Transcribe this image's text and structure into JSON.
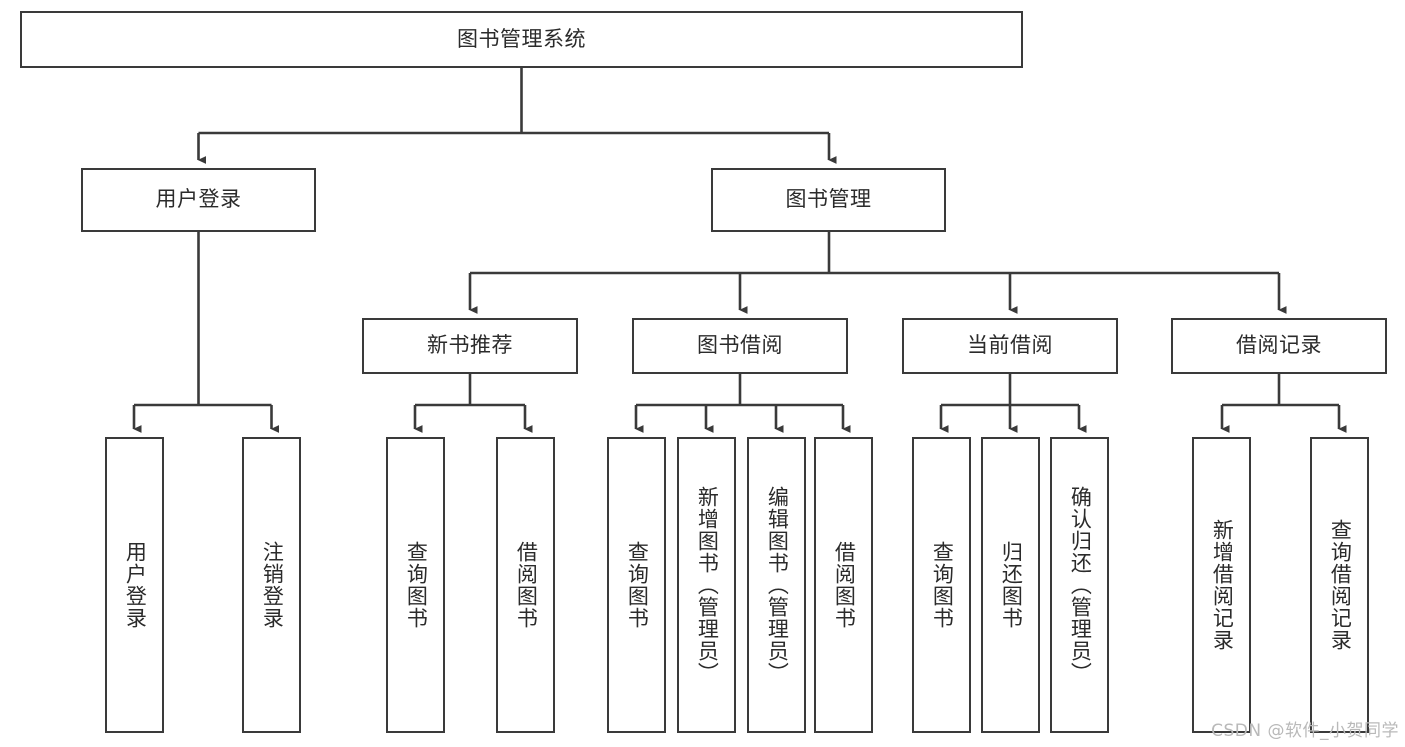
{
  "diagram": {
    "type": "tree-hierarchy-chart",
    "title": "图书管理系统",
    "watermark": "CSDN @软件_小贺同学",
    "colors": {
      "box_border": "#3a3a3a",
      "connector": "#3a3a3a",
      "text": "#2b2b2b",
      "background": "#ffffff",
      "watermark": "#b9b9b9"
    },
    "root": {
      "label": "图书管理系统"
    },
    "level2": [
      {
        "label": "用户登录"
      },
      {
        "label": "图书管理"
      }
    ],
    "level3": [
      {
        "label": "新书推荐"
      },
      {
        "label": "图书借阅"
      },
      {
        "label": "当前借阅"
      },
      {
        "label": "借阅记录"
      }
    ],
    "leaves": {
      "user_login": [
        {
          "label": "用户登录"
        },
        {
          "label": "注销登录"
        }
      ],
      "new_book_recommend": [
        {
          "label": "查询图书"
        },
        {
          "label": "借阅图书"
        }
      ],
      "book_borrow": [
        {
          "label": "查询图书"
        },
        {
          "label": "新增图书（管理员）"
        },
        {
          "label": "编辑图书（管理员）"
        },
        {
          "label": "借阅图书"
        }
      ],
      "current_borrow": [
        {
          "label": "查询图书"
        },
        {
          "label": "归还图书"
        },
        {
          "label": "确认归还（管理员）"
        }
      ],
      "borrow_record": [
        {
          "label": "新增借阅记录"
        },
        {
          "label": "查询借阅记录"
        }
      ]
    }
  }
}
